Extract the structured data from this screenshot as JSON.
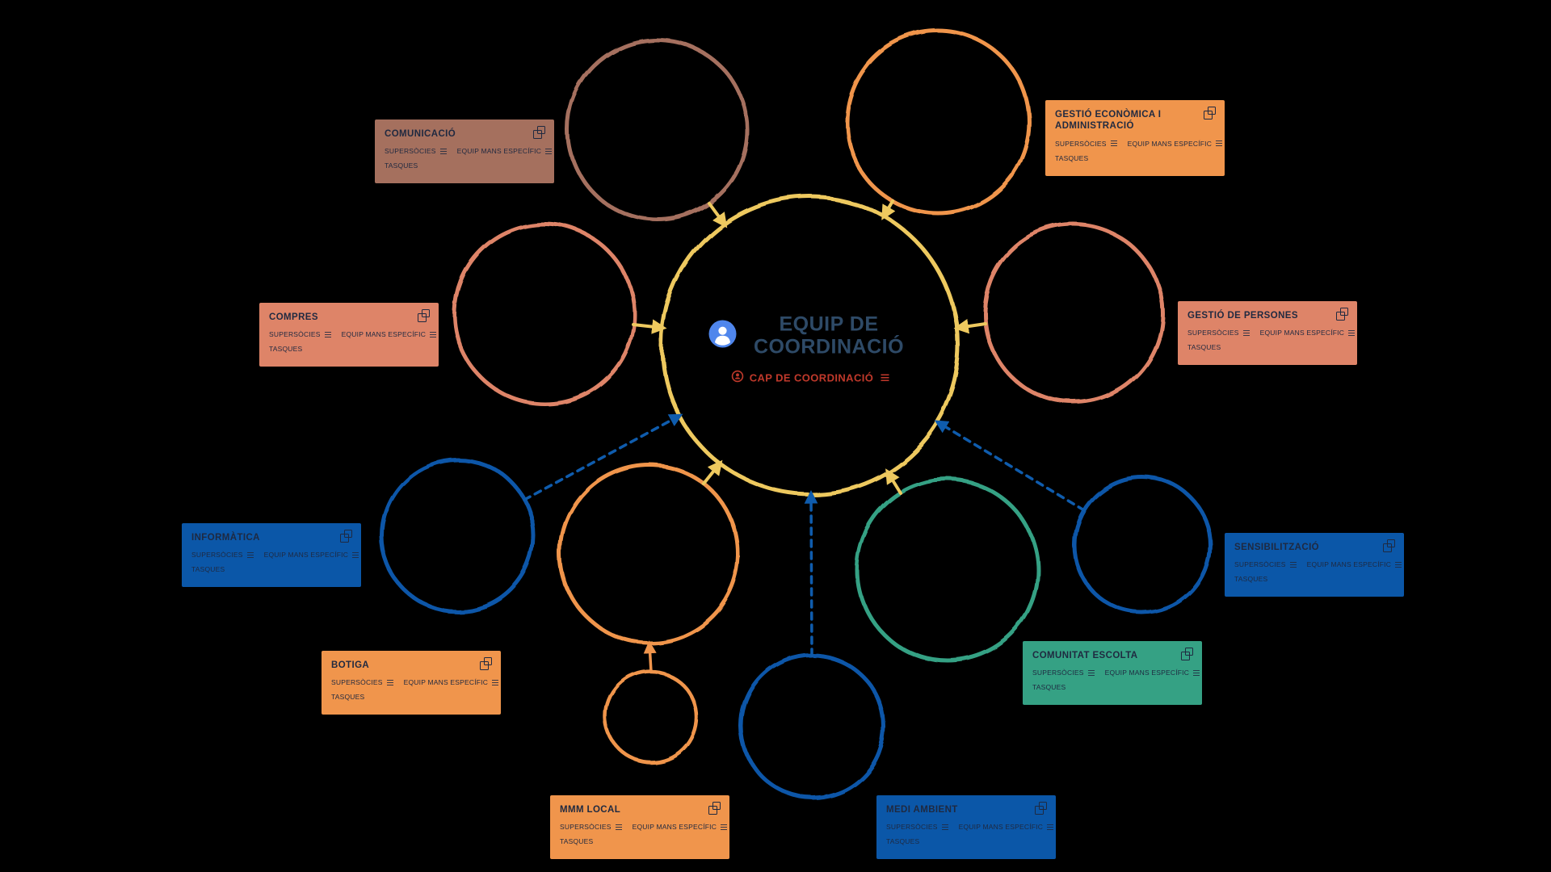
{
  "app": {
    "background": "#000000"
  },
  "center": {
    "title": "EQUIP DE COORDINACIÓ",
    "role": "CAP DE COORDINACIÓ",
    "circle_color": "#eec95f",
    "title_color": "#2e4a67",
    "role_color": "#c0392b",
    "avatar_color": "#4f86ec"
  },
  "field_labels": {
    "supersocies": "SUPERSÒCIES",
    "equip_mans_especific": "EQUIP MANS ESPECÍFIC",
    "tasques": "TASQUES"
  },
  "palette": {
    "yellow": "#eec95f",
    "brown": "#a5705e",
    "orange": "#f0954c",
    "salmon": "#de8468",
    "blue": "#0b57a8",
    "teal": "#35a184",
    "connector_blue": "#0f5cad"
  },
  "cards": [
    {
      "id": "comunicacio",
      "title": "COMUNICACIÓ",
      "color": "#a5705e"
    },
    {
      "id": "gestio-economica",
      "title": "GESTIÓ ECONÒMICA I ADMINISTRACIÓ",
      "color": "#f0954c"
    },
    {
      "id": "compres",
      "title": "COMPRES",
      "color": "#de8468"
    },
    {
      "id": "gestio-persones",
      "title": "GESTIÓ DE PERSONES",
      "color": "#de8468"
    },
    {
      "id": "informatica",
      "title": "INFORMÀTICA",
      "color": "#0b57a8"
    },
    {
      "id": "botiga",
      "title": "BOTIGA",
      "color": "#f0954c"
    },
    {
      "id": "mmm-local",
      "title": "MMM LOCAL",
      "color": "#f0954c"
    },
    {
      "id": "medi-ambient",
      "title": "MEDI AMBIENT",
      "color": "#0b57a8"
    },
    {
      "id": "comunitat-escolta",
      "title": "COMUNITAT ESCOLTA",
      "color": "#35a184"
    },
    {
      "id": "sensibilitzacio",
      "title": "SENSIBILITZACIÓ",
      "color": "#0b57a8"
    }
  ]
}
